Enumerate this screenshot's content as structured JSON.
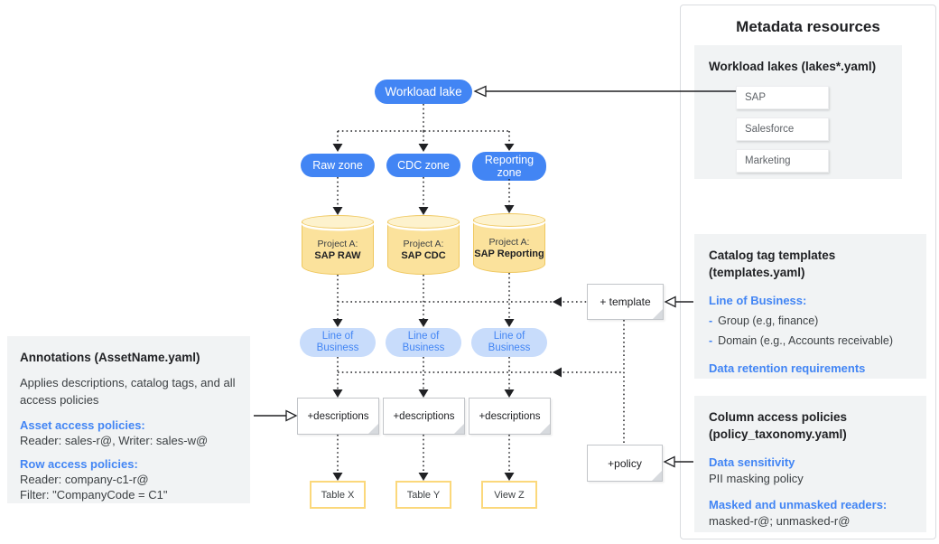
{
  "right_panel": {
    "title": "Metadata resources",
    "workload_lakes": {
      "title": "Workload lakes (lakes*.yaml)",
      "items": [
        "SAP",
        "Salesforce",
        "Marketing"
      ]
    },
    "catalog_templates": {
      "title_line1": "Catalog tag templates",
      "title_line2": "(templates.yaml)",
      "heading1": "Line of Business:",
      "dash": "-",
      "bullets": [
        "Group (e.g, finance)",
        "Domain (e.g., Accounts receivable)"
      ],
      "heading2": "Data retention requirements"
    },
    "column_policies": {
      "title_line1": "Column access policies",
      "title_line2": "(policy_taxonomy.yaml)",
      "heading1": "Data sensitivity",
      "text1": "PII masking policy",
      "heading2": "Masked and unmasked readers:",
      "text2": "masked-r@; unmasked-r@"
    }
  },
  "left_panel": {
    "title": "Annotations (AssetName.yaml)",
    "desc": "Applies descriptions, catalog tags, and all access policies",
    "asset_heading": "Asset access policies:",
    "asset_text": "Reader: sales-r@, Writer: sales-w@",
    "row_heading": "Row access policies:",
    "row_text": "Reader: company-c1-r@",
    "filter_text": "Filter: \"CompanyCode = C1\""
  },
  "diagram": {
    "lake_label": "Workload lake",
    "zones": [
      "Raw zone",
      "CDC zone",
      "Reporting zone"
    ],
    "projects": [
      {
        "prefix": "Project A:",
        "name": "SAP RAW"
      },
      {
        "prefix": "Project A:",
        "name": "SAP CDC"
      },
      {
        "prefix": "Project A:",
        "name": "SAP Reporting"
      }
    ],
    "lob_line1": "Line of",
    "lob_line2": "Business",
    "descriptions_label": "+descriptions",
    "template_label": "+ template",
    "policy_label": "+policy",
    "tables": [
      "Table X",
      "Table Y",
      "View Z"
    ]
  },
  "colors": {
    "accent_blue": "#4285F4",
    "pill_light_blue": "#C8DCFB",
    "link_blue": "#4285F4",
    "cylinder_fill": "#FBE29C",
    "cylinder_top": "#FDF2CD",
    "cylinder_border": "#EFC75E",
    "table_border": "#FBD87B",
    "panel_gray": "#F1F3F4",
    "panel_border": "#DADCE0",
    "text_dark": "#202124",
    "text_body": "#3C4043"
  }
}
